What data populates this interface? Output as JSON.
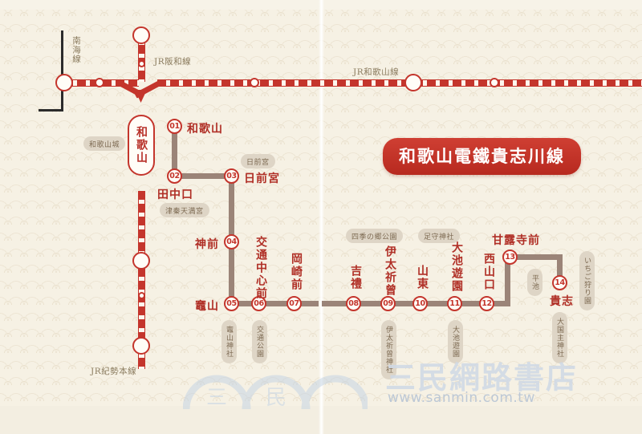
{
  "title": "和歌山電鐵貴志川線",
  "lines": {
    "jr_hanwa": "JR阪和線",
    "jr_wakayama": "JR和歌山線",
    "jr_kisei": "JR紀勢本線",
    "nankai": "南海線"
  },
  "hub_station": "和歌山",
  "stations": [
    {
      "num": "01",
      "name": "和歌山",
      "orient": "h"
    },
    {
      "num": "02",
      "name": "田中口",
      "orient": "h"
    },
    {
      "num": "03",
      "name": "日前宮",
      "orient": "h"
    },
    {
      "num": "04",
      "name": "神前",
      "orient": "h"
    },
    {
      "num": "05",
      "name": "竈山",
      "orient": "h"
    },
    {
      "num": "06",
      "name": "交通中心前",
      "orient": "v"
    },
    {
      "num": "07",
      "name": "岡崎前",
      "orient": "v"
    },
    {
      "num": "08",
      "name": "吉禮",
      "orient": "v"
    },
    {
      "num": "09",
      "name": "伊太祈曾",
      "orient": "v"
    },
    {
      "num": "10",
      "name": "山東",
      "orient": "v"
    },
    {
      "num": "11",
      "name": "大池遊園",
      "orient": "v"
    },
    {
      "num": "12",
      "name": "西山口",
      "orient": "v"
    },
    {
      "num": "13",
      "name": "甘露寺前",
      "orient": "h"
    },
    {
      "num": "14",
      "name": "貴志",
      "orient": "h"
    }
  ],
  "landmarks": [
    {
      "text": "和歌山城",
      "orient": "h"
    },
    {
      "text": "日前宮",
      "orient": "h"
    },
    {
      "text": "津秦天満宮",
      "orient": "h"
    },
    {
      "text": "四季の郷公園",
      "orient": "h"
    },
    {
      "text": "足守神社",
      "orient": "h"
    },
    {
      "text": "竈山神社",
      "orient": "v"
    },
    {
      "text": "交通公園",
      "orient": "v"
    },
    {
      "text": "伊太祈曾神社",
      "orient": "v"
    },
    {
      "text": "大池遊園",
      "orient": "v"
    },
    {
      "text": "平池",
      "orient": "v"
    },
    {
      "text": "いちご狩り園",
      "orient": "v"
    },
    {
      "text": "大国主神社",
      "orient": "v"
    }
  ],
  "watermark": {
    "brand": "三民網路書店",
    "url": "www.sanmin.com.tw",
    "arc_chars": [
      "三",
      "民"
    ]
  },
  "colors": {
    "accent_red": "#c4352c",
    "line_brown": "#9b8478",
    "background": "#f6f1e4",
    "tag_bg": "#ded5c6"
  }
}
